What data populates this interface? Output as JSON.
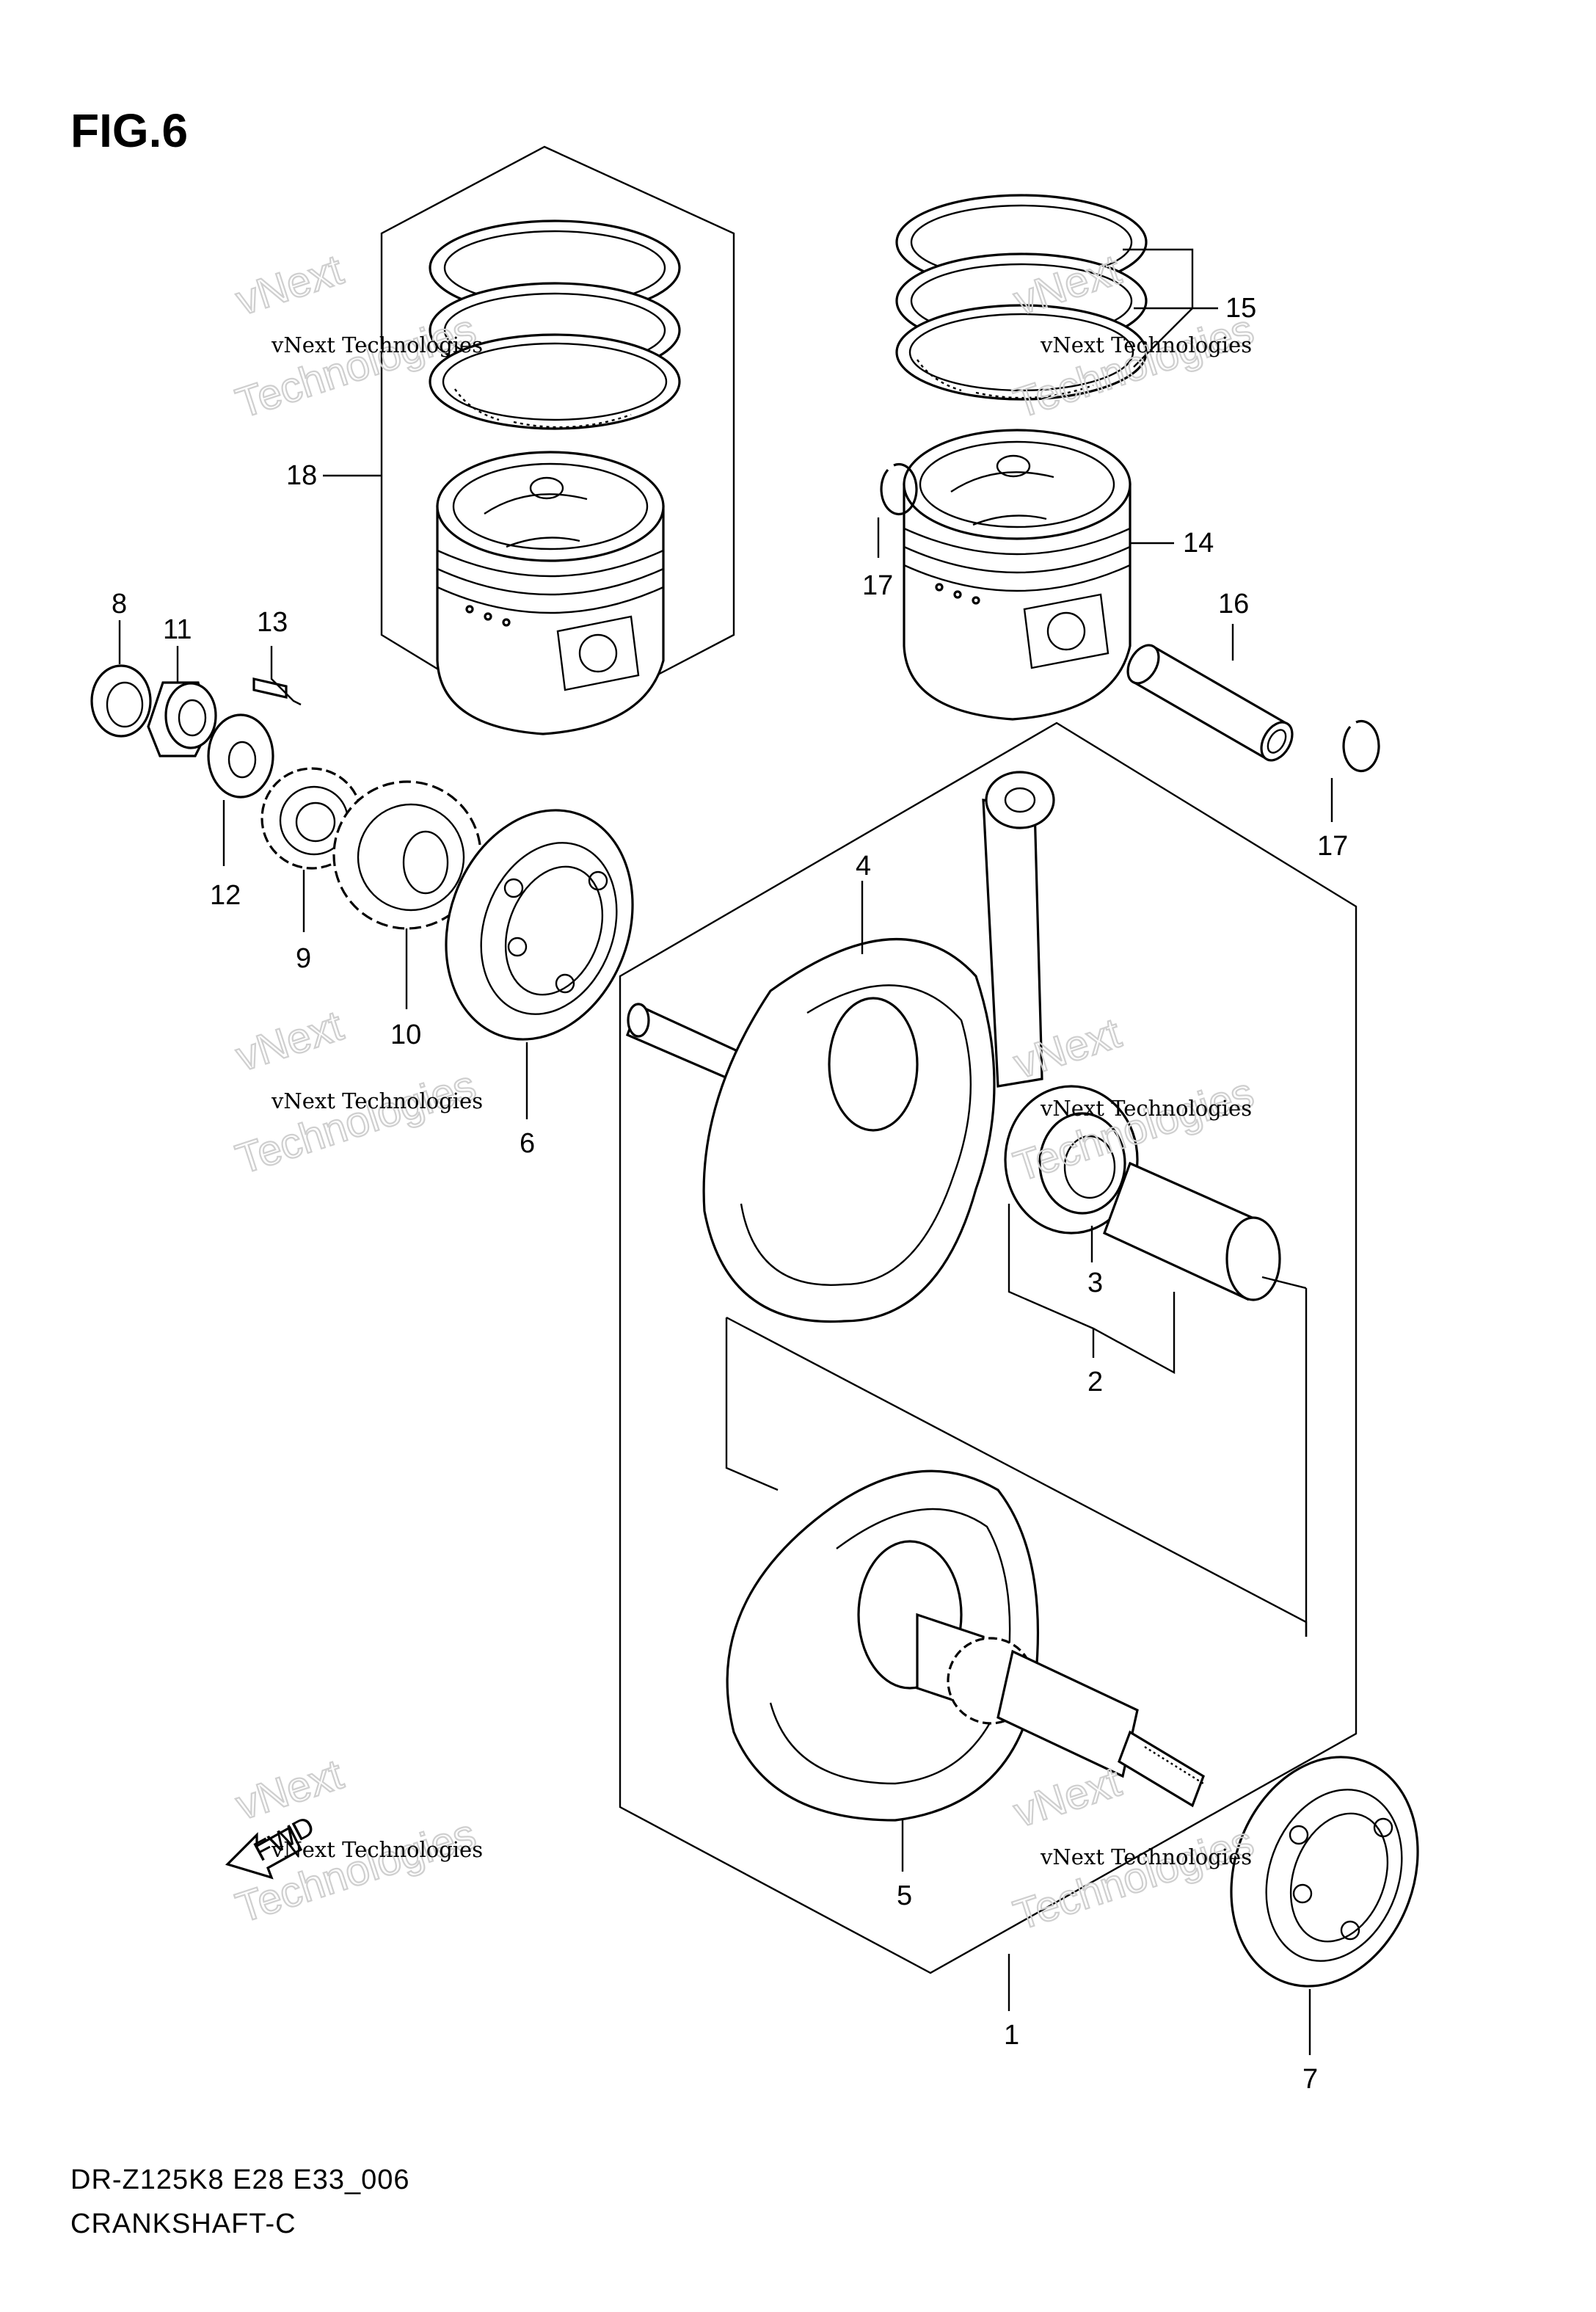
{
  "figure": {
    "title": "FIG.6",
    "model_code": "DR-Z125K8 E28 E33_006",
    "section_name": "CRANKSHAFT-C"
  },
  "callouts": [
    "1",
    "2",
    "3",
    "4",
    "5",
    "6",
    "7",
    "8",
    "9",
    "10",
    "11",
    "12",
    "13",
    "14",
    "15",
    "16",
    "17",
    "17",
    "18"
  ],
  "watermarks": [
    {
      "line1": "vNext Technologies",
      "line2": "vNext",
      "line3": "Technologies"
    },
    {
      "line1": "vNext Technologies",
      "line2": "vNext",
      "line3": "Technologies"
    },
    {
      "line1": "vNext Technologies",
      "line2": "vNext",
      "line3": "Technologies"
    },
    {
      "line1": "vNext Technologies",
      "line2": "vNext",
      "line3": "Technologies"
    },
    {
      "line1": "vNext Technologies",
      "line2": "vNext",
      "line3": "Technologies"
    },
    {
      "line1": "vNext Technologies",
      "line2": "vNext",
      "line3": "Technologies"
    }
  ],
  "fwd_label": "FWD"
}
